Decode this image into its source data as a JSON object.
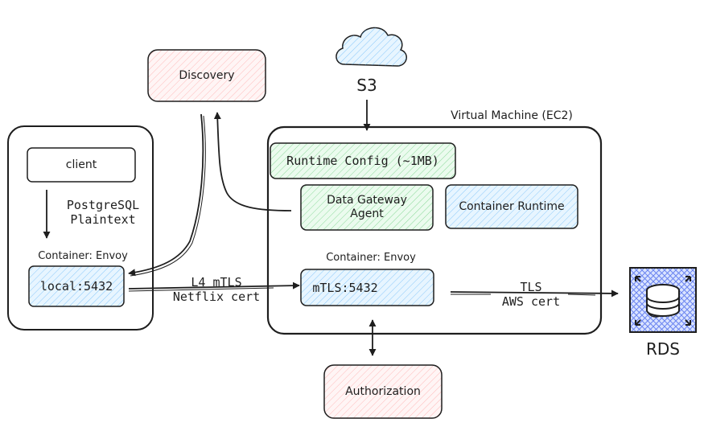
{
  "colors": {
    "stroke": "#1e1e1e",
    "red_fill": "#ffc9c9",
    "green_fill": "#b2f2bb",
    "blue_fill": "#a5d8ff",
    "rds_fill": "#4a6cf7"
  },
  "nodes": {
    "discovery": "Discovery",
    "s3": "S3",
    "vm_title": "Virtual Machine (EC2)",
    "client": "client",
    "postgres_label": "PostgreSQL\nPlaintext",
    "left_container_label": "Container: Envoy",
    "local_port": "local:5432",
    "runtime_config": "Runtime Config (~1MB)",
    "dg_agent": "Data Gateway\nAgent",
    "container_runtime": "Container Runtime",
    "right_container_label": "Container: Envoy",
    "mtls_port": "mTLS:5432",
    "l4_label": "L4 mTLS\nNetflix cert",
    "tls_label": "TLS\nAWS cert",
    "rds": "RDS",
    "authorization": "Authorization"
  },
  "icons": {
    "cloud": "cloud-icon",
    "database": "database-icon"
  }
}
